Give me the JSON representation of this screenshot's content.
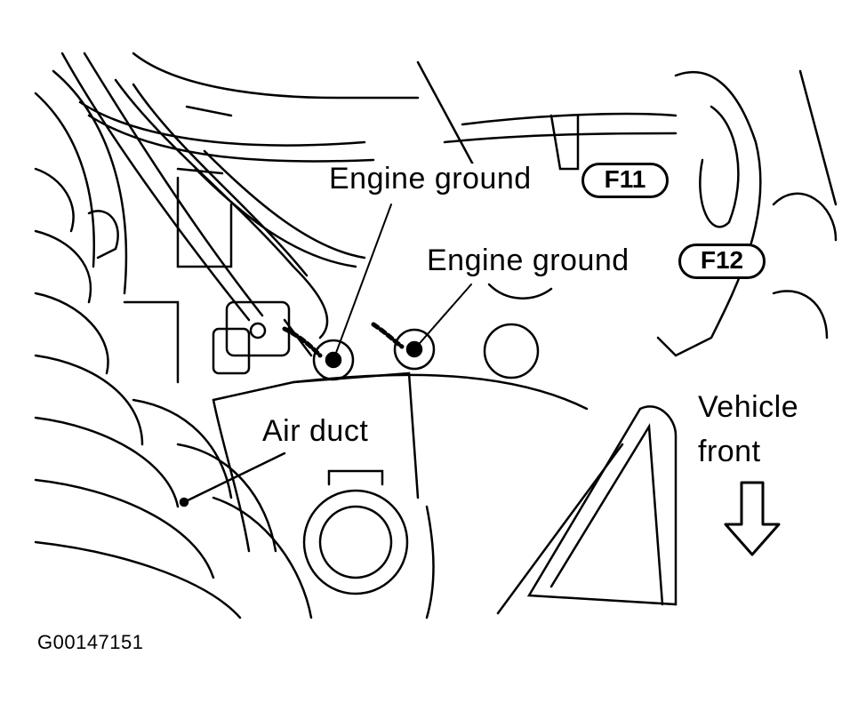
{
  "labels": {
    "ground1": "Engine ground",
    "ground1_code": "F11",
    "ground2": "Engine ground",
    "ground2_code": "F12",
    "air_duct": "Air duct",
    "vehicle_front_line1": "Vehicle",
    "vehicle_front_line2": "front"
  },
  "figure_code": "G00147151",
  "icons": {
    "direction": "arrow-down-icon"
  }
}
